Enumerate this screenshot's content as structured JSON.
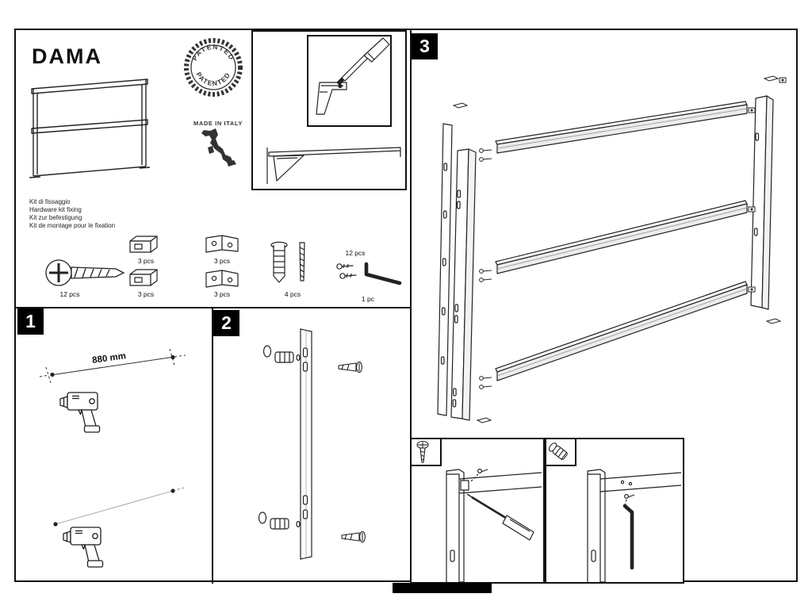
{
  "title": "DAMA",
  "stamp": {
    "top_text": "PATENTED",
    "bottom_text": "PATENTED"
  },
  "origin": {
    "label": "MADE IN ITALY"
  },
  "kit": {
    "line1": "Kit di fissaggio",
    "line2": "Hardware kit fixing",
    "line3": "Kit zur befestigung",
    "line4": "Kit de montage pour le fixation"
  },
  "parts": {
    "main_screw_qty": "12 pcs",
    "clip_a_qty": "3 pcs",
    "clip_b_qty": "3 pcs",
    "bracket_a_qty": "3 pcs",
    "bracket_b_qty": "3 pcs",
    "anchor_qty": "4 pcs",
    "small_screws_qty": "12 pcs",
    "allen_key_qty": "1 pc"
  },
  "steps": {
    "step1": {
      "number": "1",
      "measurement": "880 mm"
    },
    "step2": {
      "number": "2"
    },
    "step3": {
      "number": "3"
    }
  },
  "colors": {
    "line": "#1d1d1d",
    "accent": "#000000",
    "paper": "#ffffff"
  }
}
